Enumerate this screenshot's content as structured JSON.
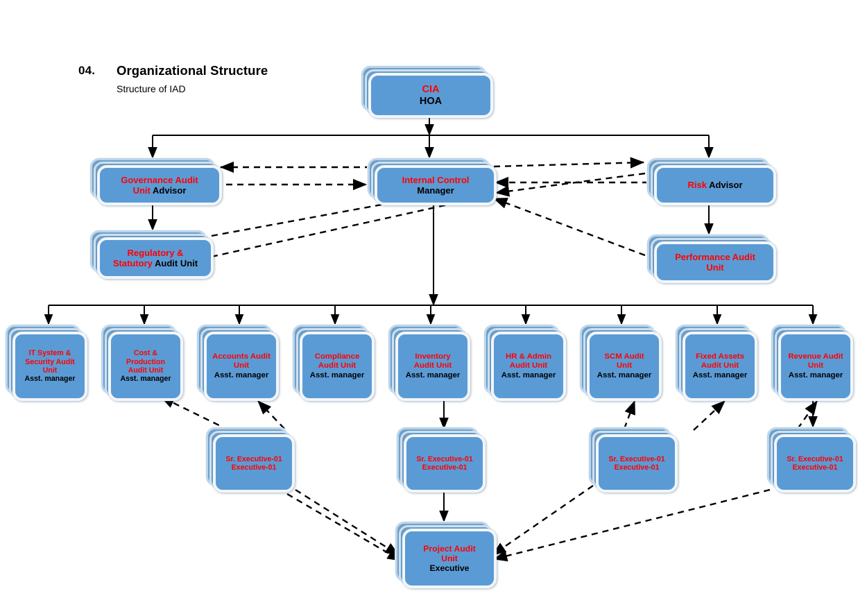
{
  "header": {
    "number": "04.",
    "title": "Organizational Structure",
    "subtitle": "Structure of IAD"
  },
  "colors": {
    "node_fill": "#5b9bd5",
    "node_back": "#6e9fc8",
    "node_border": "#f2f6fa",
    "red_text": "#ff0000",
    "black_text": "#000000",
    "connector": "#000000",
    "page_background": "#ffffff"
  },
  "chart_data": {
    "type": "diagram",
    "title": "Organizational Structure - Structure of IAD",
    "levels": [
      {
        "name": "level-1-head",
        "nodes": [
          "cia-hoa"
        ]
      },
      {
        "name": "level-2-leadership",
        "nodes": [
          "governance-audit-unit",
          "internal-control",
          "risk"
        ]
      },
      {
        "name": "level-3-support",
        "nodes": [
          "regulatory-statutory-audit-unit",
          "performance-audit-unit"
        ]
      },
      {
        "name": "level-4-audit-units",
        "nodes": [
          "it-system-security-audit-unit",
          "cost-production-audit-unit",
          "accounts-audit-unit",
          "compliance-audit-unit",
          "inventory-audit-unit",
          "hr-admin-audit-unit",
          "scm-audit-unit",
          "fixed-assets-audit-unit",
          "revenue-audit-unit"
        ]
      },
      {
        "name": "level-5-executives",
        "nodes": [
          "sr-exec-left",
          "sr-exec-mid",
          "sr-exec-right",
          "sr-exec-far-right"
        ]
      },
      {
        "name": "level-6-project",
        "nodes": [
          "project-audit-unit"
        ]
      }
    ],
    "solid_edges": [
      "cia-hoa -> governance-audit-unit",
      "cia-hoa -> internal-control",
      "cia-hoa -> risk",
      "governance-audit-unit -> regulatory-statutory-audit-unit",
      "risk -> performance-audit-unit",
      "internal-control -> it-system-security-audit-unit",
      "internal-control -> cost-production-audit-unit",
      "internal-control -> accounts-audit-unit",
      "internal-control -> compliance-audit-unit",
      "internal-control -> inventory-audit-unit",
      "internal-control -> hr-admin-audit-unit",
      "internal-control -> scm-audit-unit",
      "internal-control -> fixed-assets-audit-unit",
      "internal-control -> revenue-audit-unit",
      "inventory-audit-unit -> sr-exec-mid",
      "sr-exec-mid -> project-audit-unit",
      "revenue-audit-unit -> sr-exec-right"
    ],
    "dashed_edges": [
      "governance-audit-unit <-> internal-control",
      "internal-control <-> risk",
      "regulatory-statutory-audit-unit -> internal-control",
      "performance-audit-unit -> internal-control",
      "sr-exec-left -> cost-production-audit-unit",
      "sr-exec-left -> accounts-audit-unit",
      "sr-exec-left -> project-audit-unit",
      "sr-exec-right -> scm-audit-unit",
      "sr-exec-right -> project-audit-unit",
      "sr-exec-far-right -> revenue-audit-unit",
      "sr-exec-far-right -> project-audit-unit"
    ]
  },
  "nodes": {
    "cia_hoa": {
      "line1": "CIA",
      "line2": "HOA"
    },
    "governance": {
      "line1": "Governance Audit",
      "line2a": "Unit",
      "line2b": " Advisor"
    },
    "internal_control": {
      "line1": "Internal Control",
      "line2": "Manager"
    },
    "risk": {
      "line1a": "Risk",
      "line1b": " Advisor"
    },
    "regulatory": {
      "line1": "Regulatory &",
      "line2a": "Statutory",
      "line2b": " Audit Unit"
    },
    "performance": {
      "line1": "Performance Audit",
      "line2": "Unit"
    },
    "units": [
      {
        "name": "it-system-security-audit-unit",
        "red": [
          "IT System &",
          "Security Audit",
          "Unit"
        ],
        "black": "Asst. manager"
      },
      {
        "name": "cost-production-audit-unit",
        "red": [
          "Cost &",
          "Production",
          "Audit Unit"
        ],
        "black": "Asst. manager"
      },
      {
        "name": "accounts-audit-unit",
        "red": [
          "Accounts Audit",
          "Unit"
        ],
        "black": "Asst. manager"
      },
      {
        "name": "compliance-audit-unit",
        "red": [
          "Compliance",
          "Audit Unit"
        ],
        "black": "Asst. manager"
      },
      {
        "name": "inventory-audit-unit",
        "red": [
          "Inventory",
          "Audit Unit"
        ],
        "black": "Asst. manager"
      },
      {
        "name": "hr-admin-audit-unit",
        "red": [
          "HR & Admin",
          "Audit Unit"
        ],
        "black": "Asst. manager"
      },
      {
        "name": "scm-audit-unit",
        "red": [
          "SCM Audit",
          "Unit"
        ],
        "black": "Asst. manager"
      },
      {
        "name": "fixed-assets-audit-unit",
        "red": [
          "Fixed Assets",
          "Audit Unit"
        ],
        "black": "Asst. manager"
      },
      {
        "name": "revenue-audit-unit",
        "red": [
          "Revenue Audit",
          "Unit"
        ],
        "black": "Asst. manager"
      }
    ],
    "executives": [
      {
        "name": "sr-exec-left",
        "line1": "Sr. Executive-01",
        "line2": "Executive-01"
      },
      {
        "name": "sr-exec-mid",
        "line1": "Sr. Executive-01",
        "line2": "Executive-01"
      },
      {
        "name": "sr-exec-right",
        "line1": "Sr. Executive-01",
        "line2": "Executive-01"
      },
      {
        "name": "sr-exec-far-right",
        "line1": "Sr. Executive-01",
        "line2": "Executive-01"
      }
    ],
    "project": {
      "line1": "Project Audit",
      "line2": "Unit",
      "line3": "Executive"
    }
  }
}
